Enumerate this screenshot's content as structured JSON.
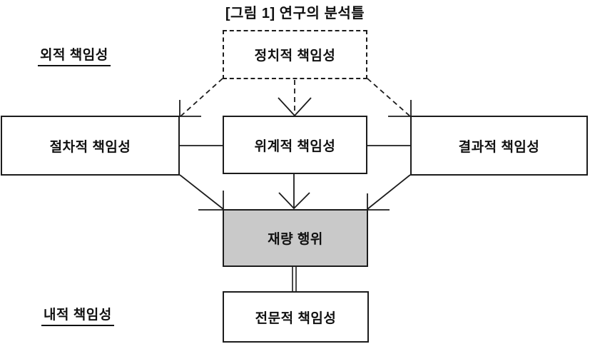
{
  "title": "[그림 1] 연구의 분석틀",
  "labels": {
    "external": "외적 책임성",
    "internal": "내적 책임성"
  },
  "boxes": {
    "political": "정치적 책임성",
    "procedural": "절차적 책임성",
    "hierarchical": "위계적 책임성",
    "consequential": "결과적 책임성",
    "discretion": "재량 행위",
    "professional": "전문적 책임성"
  },
  "colors": {
    "line": "#1c1c1c",
    "discretion_fill": "#c9c9c9",
    "background": "#ffffff",
    "text": "#111111"
  }
}
